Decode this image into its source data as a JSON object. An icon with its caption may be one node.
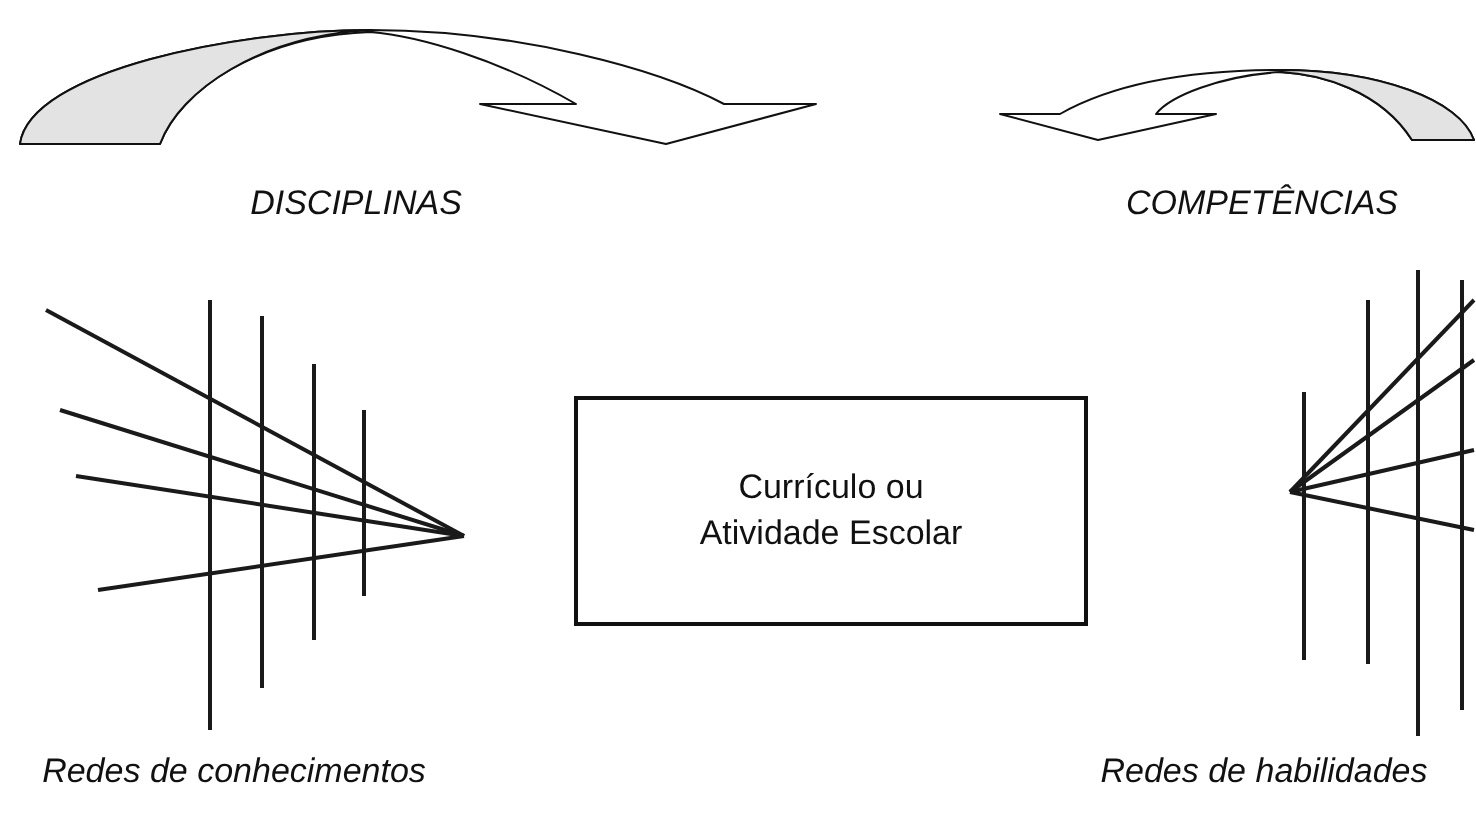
{
  "diagram": {
    "nodes": [
      {
        "text": [
          "Currículo ou Atividade Escolar"
        ]
      }
    ],
    "labels": [
      "DISCIPLINAS",
      "COMPETÊNCIAS",
      "Redes de conhecimentos",
      "Redes de habilidades"
    ]
  }
}
